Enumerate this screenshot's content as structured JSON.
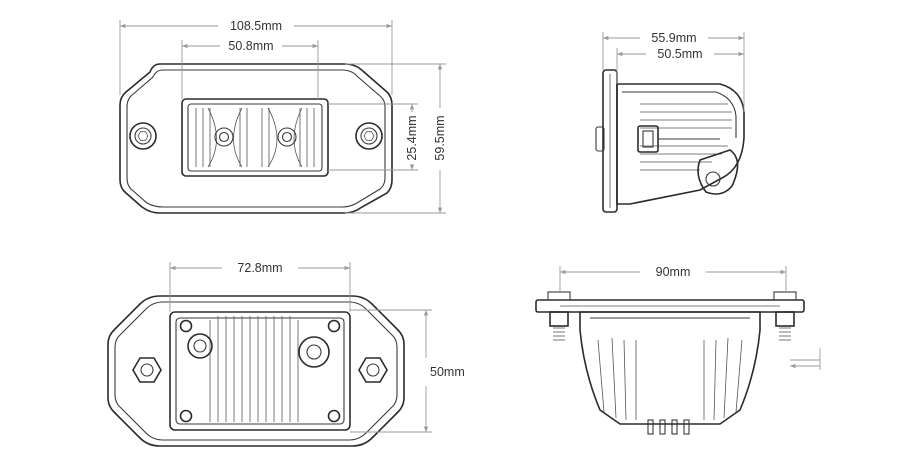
{
  "dimensions": {
    "front_width": "108.5mm",
    "lens_width": "50.8mm",
    "lens_height": "25.4mm",
    "front_height": "59.5mm",
    "side_depth_total": "55.9mm",
    "side_depth_body": "50.5mm",
    "rear_width": "72.8mm",
    "rear_height": "50mm",
    "bottom_width": "90mm"
  },
  "colors": {
    "outline": "#2b2b2b",
    "dimension_line": "#9a9a9a",
    "lens_fill": "#f4ede4",
    "text": "#333333"
  }
}
